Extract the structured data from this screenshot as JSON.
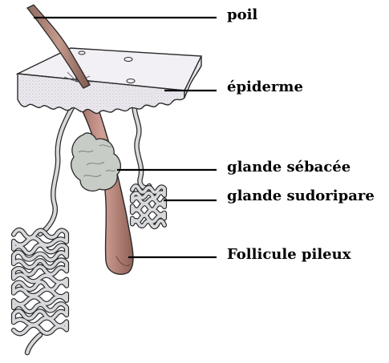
{
  "labels": {
    "poil": "poil",
    "epiderme": "épiderme",
    "glande_sebacee": "glande sébacée",
    "glande_sudoripare": "glande sudoripare",
    "follicule_pileux": "Follicule pileux"
  },
  "colors": {
    "epidermis_fill": "#ece9ef",
    "epidermis_edge": "#e3dfe6",
    "hair": "#a57b6e",
    "follicle": "#c08d80",
    "sebaceous": "#c7cbc5",
    "gland_tube": "#d7d9dc",
    "outline": "#2a2a2a",
    "leader_line": "#000000"
  }
}
